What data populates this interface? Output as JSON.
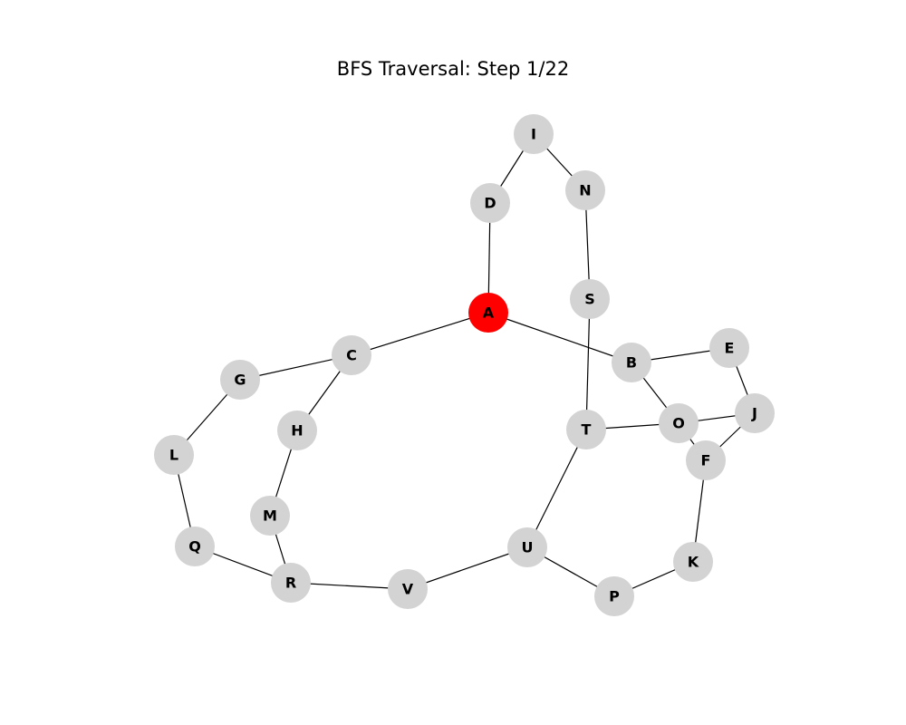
{
  "title": "BFS Traversal: Step 1/22",
  "colors": {
    "visited": "#ff0000",
    "unvisited": "#d3d3d3",
    "edge": "#000000",
    "label": "#000000"
  },
  "graph": {
    "current_node": "A",
    "nodes": [
      {
        "id": "A",
        "label": "A",
        "state": "visited"
      },
      {
        "id": "B",
        "label": "B",
        "state": "unvisited"
      },
      {
        "id": "C",
        "label": "C",
        "state": "unvisited"
      },
      {
        "id": "D",
        "label": "D",
        "state": "unvisited"
      },
      {
        "id": "E",
        "label": "E",
        "state": "unvisited"
      },
      {
        "id": "F",
        "label": "F",
        "state": "unvisited"
      },
      {
        "id": "G",
        "label": "G",
        "state": "unvisited"
      },
      {
        "id": "H",
        "label": "H",
        "state": "unvisited"
      },
      {
        "id": "I",
        "label": "I",
        "state": "unvisited"
      },
      {
        "id": "J",
        "label": "J",
        "state": "unvisited"
      },
      {
        "id": "K",
        "label": "K",
        "state": "unvisited"
      },
      {
        "id": "L",
        "label": "L",
        "state": "unvisited"
      },
      {
        "id": "M",
        "label": "M",
        "state": "unvisited"
      },
      {
        "id": "N",
        "label": "N",
        "state": "unvisited"
      },
      {
        "id": "O",
        "label": "O",
        "state": "unvisited"
      },
      {
        "id": "P",
        "label": "P",
        "state": "unvisited"
      },
      {
        "id": "Q",
        "label": "Q",
        "state": "unvisited"
      },
      {
        "id": "R",
        "label": "R",
        "state": "unvisited"
      },
      {
        "id": "S",
        "label": "S",
        "state": "unvisited"
      },
      {
        "id": "T",
        "label": "T",
        "state": "unvisited"
      },
      {
        "id": "U",
        "label": "U",
        "state": "unvisited"
      },
      {
        "id": "V",
        "label": "V",
        "state": "unvisited"
      }
    ],
    "edges": [
      [
        "A",
        "D"
      ],
      [
        "A",
        "C"
      ],
      [
        "A",
        "B"
      ],
      [
        "D",
        "I"
      ],
      [
        "I",
        "N"
      ],
      [
        "N",
        "S"
      ],
      [
        "S",
        "T"
      ],
      [
        "B",
        "E"
      ],
      [
        "B",
        "O"
      ],
      [
        "E",
        "J"
      ],
      [
        "J",
        "O"
      ],
      [
        "J",
        "F"
      ],
      [
        "O",
        "F"
      ],
      [
        "O",
        "T"
      ],
      [
        "F",
        "K"
      ],
      [
        "K",
        "P"
      ],
      [
        "P",
        "U"
      ],
      [
        "T",
        "U"
      ],
      [
        "U",
        "V"
      ],
      [
        "V",
        "R"
      ],
      [
        "R",
        "Q"
      ],
      [
        "R",
        "M"
      ],
      [
        "M",
        "H"
      ],
      [
        "H",
        "C"
      ],
      [
        "C",
        "G"
      ],
      [
        "G",
        "L"
      ],
      [
        "L",
        "Q"
      ]
    ]
  }
}
